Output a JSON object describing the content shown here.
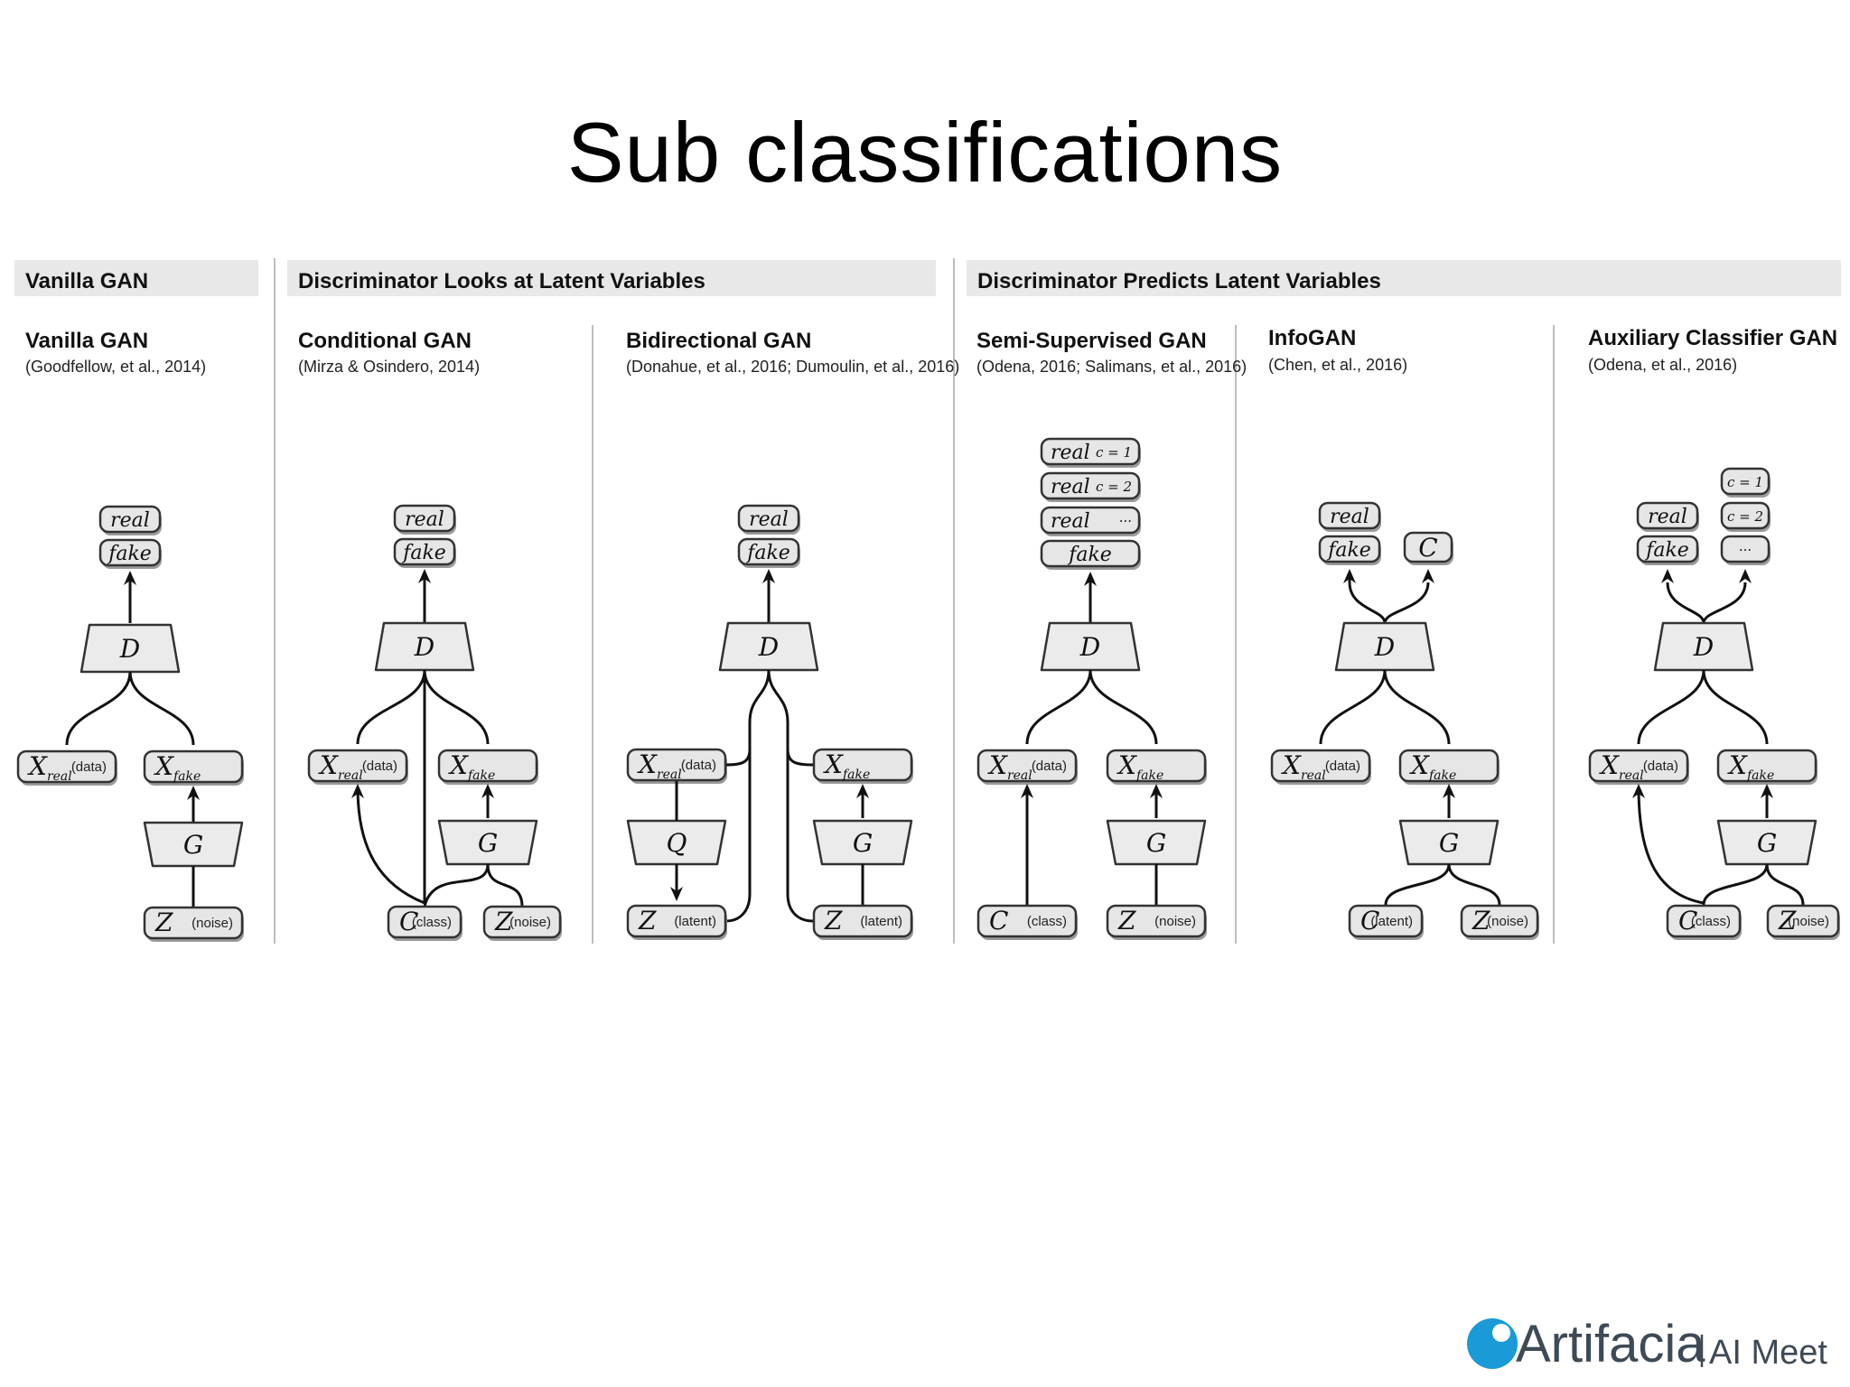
{
  "slide": {
    "title": "Sub classifications"
  },
  "groups": [
    {
      "label": "Vanilla GAN"
    },
    {
      "label": "Discriminator Looks at Latent Variables"
    },
    {
      "label": "Discriminator Predicts Latent Variables"
    }
  ],
  "models": [
    {
      "name": "Vanilla GAN",
      "citation": "(Goodfellow, et al., 2014)"
    },
    {
      "name": "Conditional GAN",
      "citation": "(Mirza & Osindero, 2014)"
    },
    {
      "name": "Bidirectional GAN",
      "citation": "(Donahue, et al., 2016;  Dumoulin, et al., 2016)"
    },
    {
      "name": "Semi-Supervised GAN",
      "citation": "(Odena, 2016;  Salimans, et al., 2016)"
    },
    {
      "name": "InfoGAN",
      "citation": "(Chen, et al., 2016)"
    },
    {
      "name": "Auxiliary Classifier GAN",
      "citation": "(Odena, et al., 2016)"
    }
  ],
  "labels": {
    "real": "real",
    "fake": "fake",
    "D": "D",
    "G": "G",
    "Q": "Q",
    "X": "X",
    "Z": "Z",
    "C": "C",
    "real_sub": "real",
    "fake_sub": "fake",
    "data": "(data)",
    "noise": "(noise)",
    "class": "(class)",
    "latent": "(latent)",
    "c1": "c = 1",
    "c2": "c = 2",
    "cdots": "···"
  },
  "brand": {
    "name": "Artifacia",
    "suffix": "AI Meet",
    "color": "#1a9ad6"
  }
}
